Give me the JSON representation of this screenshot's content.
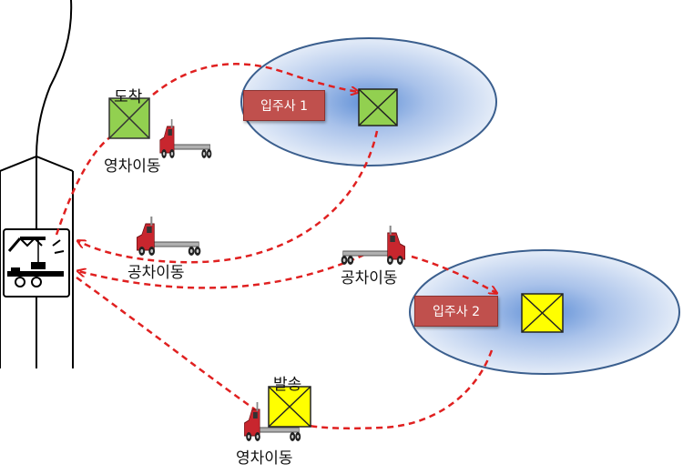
{
  "labels": {
    "arrival": "도착",
    "loaded_move_top": "영차이동",
    "empty_move_left": "공차이동",
    "empty_move_right": "공차이동",
    "dispatch": "발송",
    "loaded_move_bottom": "영차이동"
  },
  "tenants": [
    {
      "label": "입주사 1",
      "box_color": "#92d050"
    },
    {
      "label": "입주사 2",
      "box_color": "#ffff00"
    }
  ],
  "colors": {
    "tag_red": "#c0504d",
    "arrow_red": "#e02020",
    "ellipse_center": "#5f8fd6",
    "ellipse_edge": "#dfe8f6",
    "truck_red": "#c8262e",
    "green_box": "#92d050",
    "yellow_box": "#ffff00"
  },
  "icons": [
    "building-icon",
    "crane-icon",
    "truck-icon",
    "container-box-icon"
  ]
}
